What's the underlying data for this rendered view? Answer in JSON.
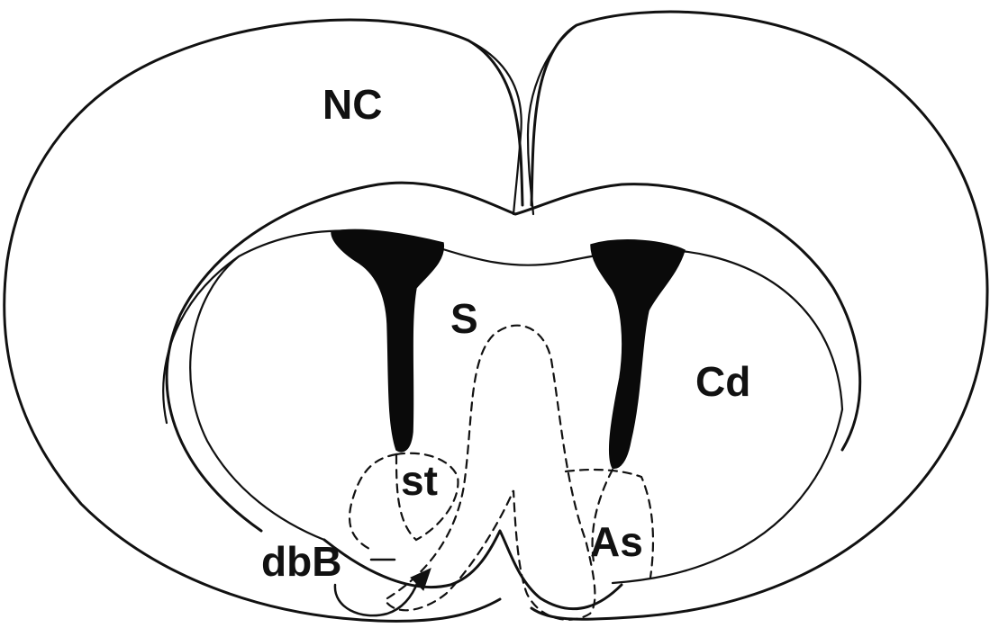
{
  "figure": {
    "labels": {
      "nc": "NC",
      "s": "S",
      "cd": "Cd",
      "st": "st",
      "dbb": "dbB",
      "as": "As"
    }
  }
}
